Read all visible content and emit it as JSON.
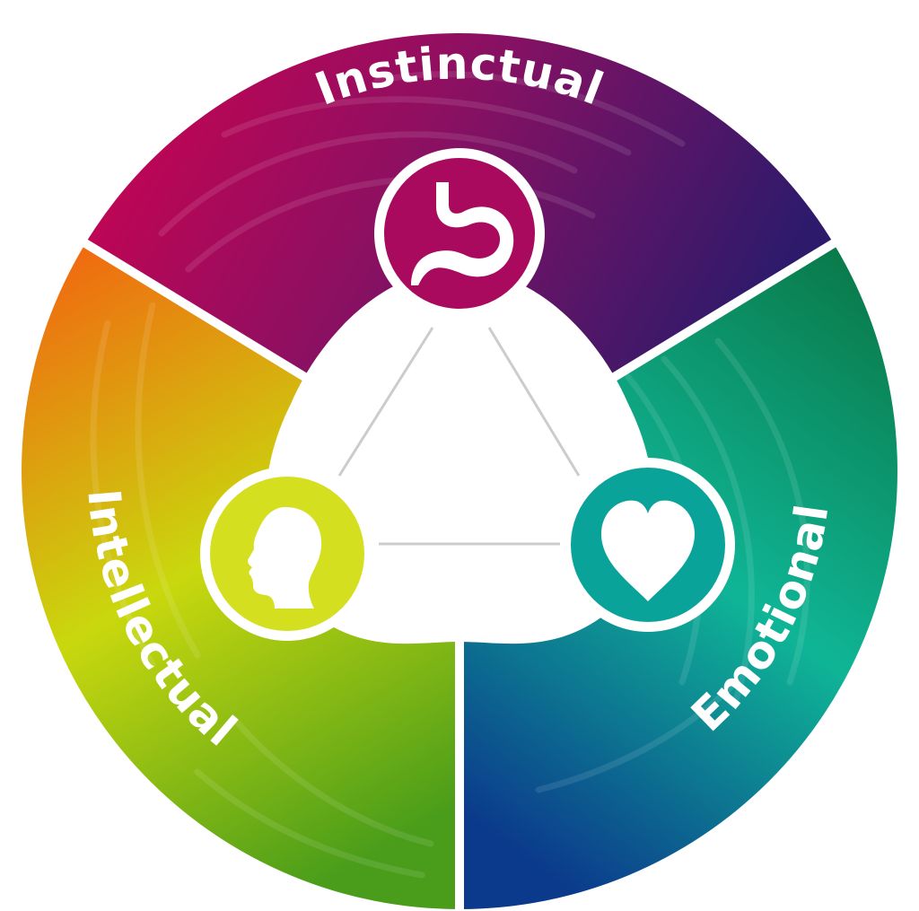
{
  "diagram": {
    "center_labels": {
      "instinctual": "Instinctual",
      "emotional": "Emotional",
      "intellectual": "Intellectual"
    },
    "icons": {
      "instinctual": "stomach-icon",
      "emotional": "heart-icon",
      "intellectual": "head-icon"
    },
    "colors": {
      "instinctual_start": "#d6004f",
      "instinctual_mid": "#8c1062",
      "instinctual_end": "#2e1a6b",
      "emotional_start": "#0a7a4a",
      "emotional_mid": "#0fb596",
      "emotional_end": "#0b3a8c",
      "intellectual_start": "#f06a10",
      "intellectual_mid": "#c9d80e",
      "intellectual_end": "#4a9d1a",
      "instinctual_icon": "#a90a5e",
      "emotional_icon": "#0aa39a",
      "intellectual_icon": "#d4df1f",
      "connector": "#cccccc"
    }
  }
}
